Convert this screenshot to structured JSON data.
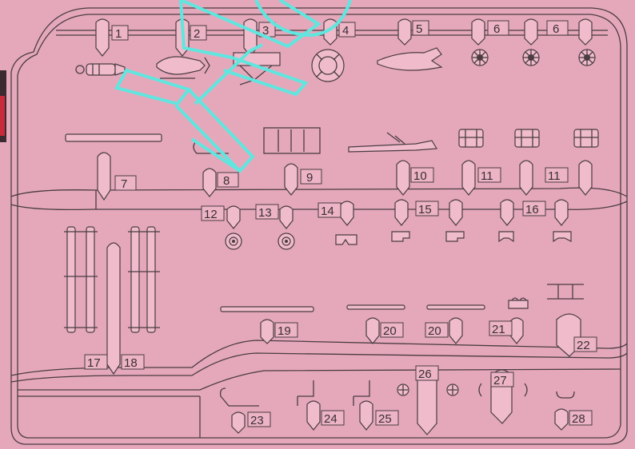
{
  "sheet": {
    "part_numbers": [
      "1",
      "2",
      "3",
      "4",
      "5",
      "6",
      "6",
      "7",
      "8",
      "9",
      "10",
      "11",
      "11",
      "12",
      "13",
      "14",
      "15",
      "16",
      "17",
      "18",
      "19",
      "20",
      "20",
      "21",
      "22",
      "23",
      "24",
      "25",
      "26",
      "27",
      "28"
    ]
  }
}
